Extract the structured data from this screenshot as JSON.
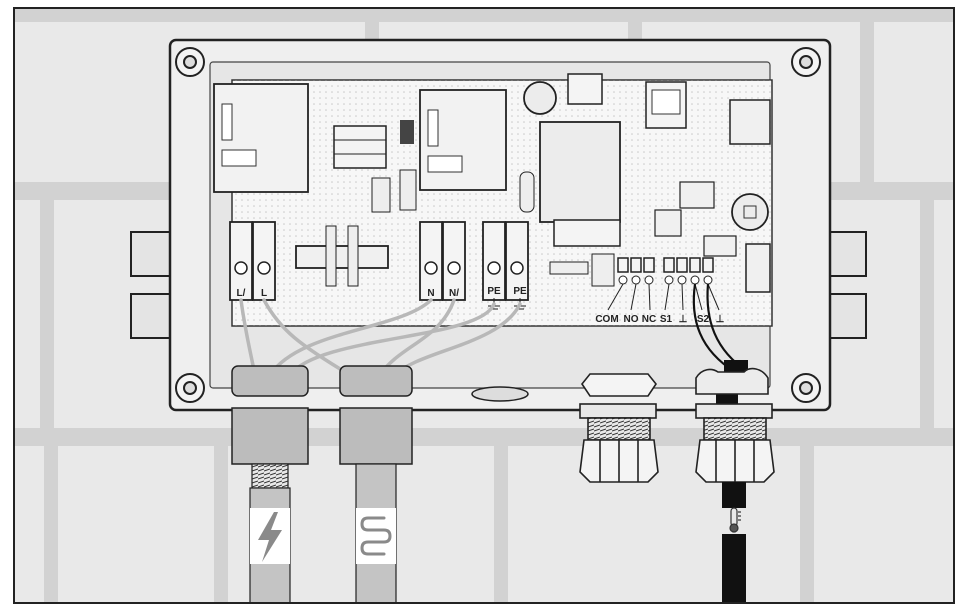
{
  "terminals": {
    "left": [
      "L/",
      "L",
      "N",
      "N/",
      "PE",
      "PE"
    ],
    "right": [
      "COM",
      "NO",
      "NC",
      "S1",
      "⊥",
      "S2",
      "⊥"
    ]
  },
  "icons": {
    "power_cable": "lightning-bolt-icon",
    "heating_cable": "heating-cable-icon",
    "sensor_cable": "thermometer-icon"
  },
  "colors": {
    "wall": "#e9e9e9",
    "grout": "#d2d2d2",
    "enclosure": "#efefef",
    "board": "#f7f7f7",
    "wire": "#b8b8b8",
    "sensor_wire": "#111111",
    "outline": "#222222"
  }
}
